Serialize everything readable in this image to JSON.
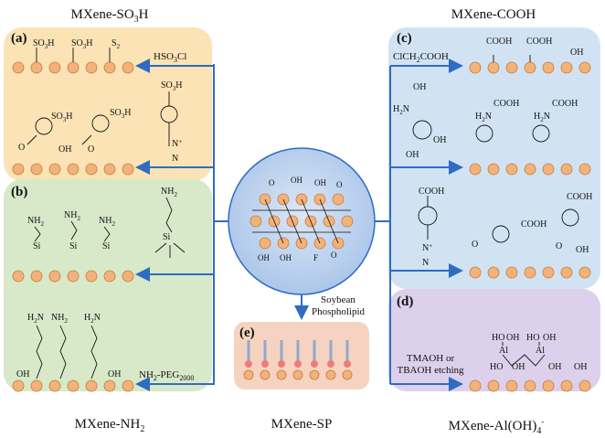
{
  "titles": {
    "so3h": "MXene-SO3H",
    "cooh": "MXene-COOH",
    "nh2": "MXene-NH2",
    "sp": "MXene-SP",
    "aloh": "MXene-Al(OH)4-"
  },
  "panel_labels": {
    "a": "(a)",
    "b": "(b)",
    "c": "(c)",
    "d": "(d)",
    "e": "(e)"
  },
  "reagents": {
    "hso3cl": "HSO3Cl",
    "clch2cooh": "ClCH2COOH",
    "nh2_peg": "NH2-PEG2000",
    "soybean": "Soybean Phospholipid",
    "tmaoh": "TMAOH or TBAOH etching"
  },
  "molecule_labels": {
    "so3h": "SO3H",
    "s2": "S2",
    "oh": "OH",
    "o": "O",
    "nh2": "NH2",
    "h2n": "H2N",
    "cooh": "COOH",
    "si": "Si",
    "f": "F",
    "ho": "HO",
    "al": "Al",
    "n": "N",
    "n_plus": "N+"
  },
  "colors": {
    "panel_a": "#fbe3b6",
    "panel_b": "#d7e9c8",
    "panel_c": "#d1e3f3",
    "panel_d": "#ddd0ec",
    "panel_e": "#f6d3c0",
    "arrow": "#2f6cc2",
    "atom": "#f2b27a"
  }
}
